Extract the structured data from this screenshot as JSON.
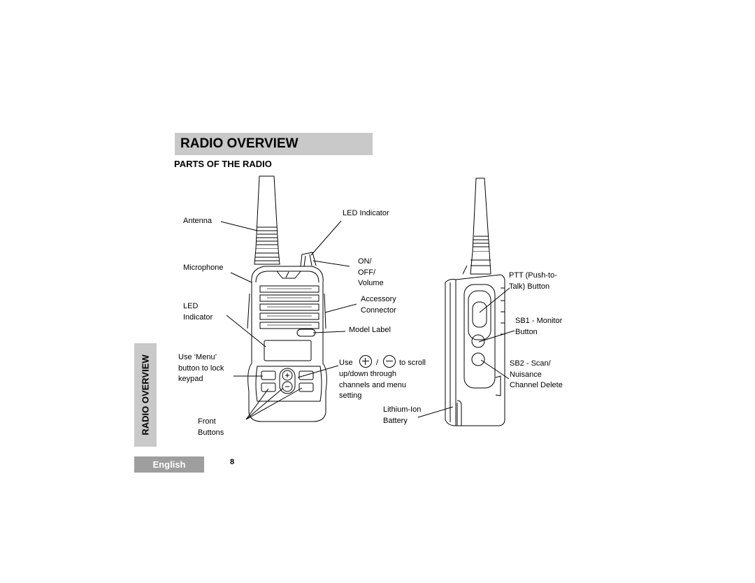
{
  "page": {
    "title": "RADIO OVERVIEW",
    "subtitle": "PARTS OF THE RADIO",
    "side_tab": "RADIO OVERVIEW",
    "language_tab": "English",
    "page_number": "8"
  },
  "front_labels": {
    "antenna": "Antenna",
    "microphone": "Microphone",
    "led_indicator_left": [
      "LED",
      "Indicator"
    ],
    "menu_lock": [
      "Use ‘Menu’",
      "button to lock",
      "keypad"
    ],
    "front_buttons": [
      "Front",
      "Buttons"
    ],
    "led_indicator_top": "LED Indicator",
    "on_off_volume": [
      "ON/",
      "OFF/",
      "Volume"
    ],
    "accessory_connector": [
      "Accessory",
      "Connector"
    ],
    "model_label": "Model Label",
    "scroll_use": "Use",
    "scroll_slash": "/",
    "scroll_to": "to scroll",
    "scroll_rest": [
      "up/down through",
      "channels and menu",
      "setting"
    ],
    "battery": [
      "Lithium-Ion",
      "Battery"
    ]
  },
  "side_labels": {
    "ptt": [
      "PTT (Push-to-",
      "Talk) Button"
    ],
    "sb1": [
      "SB1 - Monitor",
      "Button"
    ],
    "sb2": [
      "SB2 - Scan/",
      "Nuisance",
      "Channel Delete"
    ]
  },
  "icons": {
    "plus": "plus-circle-icon",
    "minus": "minus-circle-icon"
  }
}
